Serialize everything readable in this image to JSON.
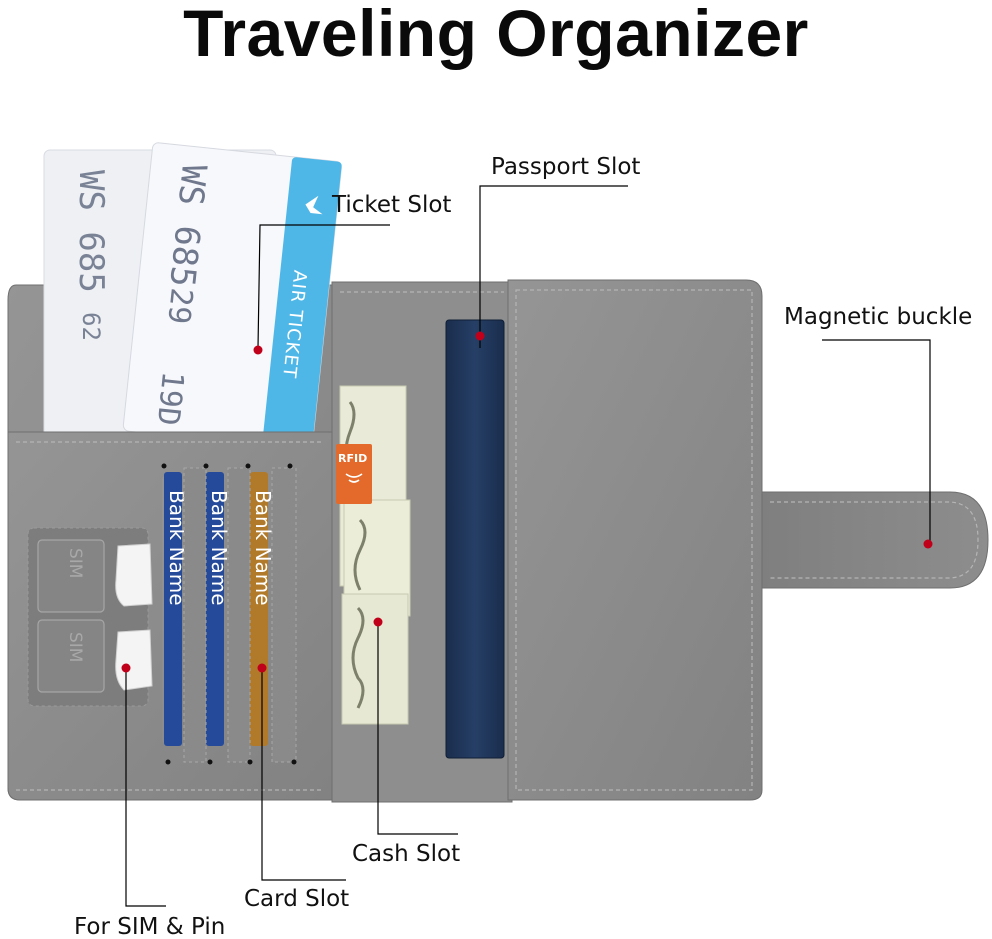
{
  "title": "Traveling Organizer",
  "colors": {
    "leather": "#8c8c8c",
    "leather_dark": "#7a7a7a",
    "stitch": "#c8c8c8",
    "passport": "#1f3557",
    "card_blue": "#254a99",
    "card_gold": "#b07a2a",
    "rfid": "#e36a2a",
    "leader_line": "#000000",
    "marker_dot": "#c0001a"
  },
  "ticket": {
    "flight_code": "WS 685",
    "gate_number": "29",
    "seat_code": "19D",
    "mirrored_mark": "62",
    "stamp_text": "AIR TICKET"
  },
  "cards": {
    "bank_label": "Bank Name"
  },
  "cash": {
    "rfid_label": "RFID"
  },
  "sim": {
    "label": "SIM"
  },
  "callouts": {
    "ticket_slot": "Ticket Slot",
    "passport_slot": "Passport Slot",
    "magnetic_buckle": "Magnetic buckle",
    "cash_slot": "Cash Slot",
    "card_slot": "Card Slot",
    "sim_pin": "For SIM & Pin"
  }
}
